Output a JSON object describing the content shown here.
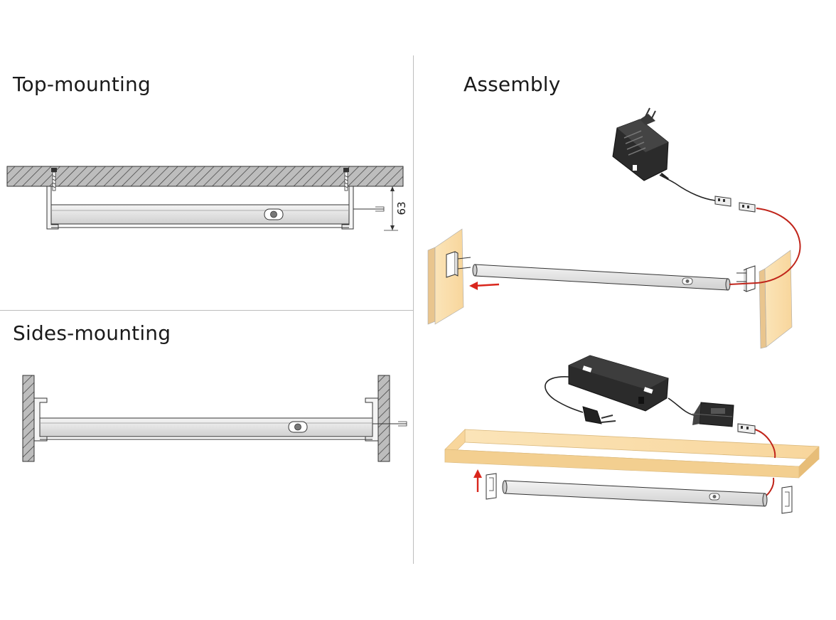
{
  "headings": {
    "top_mounting": "Top-mounting",
    "sides_mounting": "Sides-mounting",
    "assembly": "Assembly"
  },
  "dimension": "63",
  "colors": {
    "wood": "#fbe0b0",
    "wood_edge": "#e9c58e",
    "bar": "#e8e8e8",
    "hatch": "#555555",
    "arrow": "#d9261c",
    "cable_red": "#c0241a",
    "device": "#2b2b2b"
  },
  "icons": [
    "power-adapter-icon",
    "driver-box-icon",
    "euro-plug-icon",
    "distribution-box-icon",
    "connector-icon",
    "mounting-clip-icon",
    "screw-icon"
  ]
}
